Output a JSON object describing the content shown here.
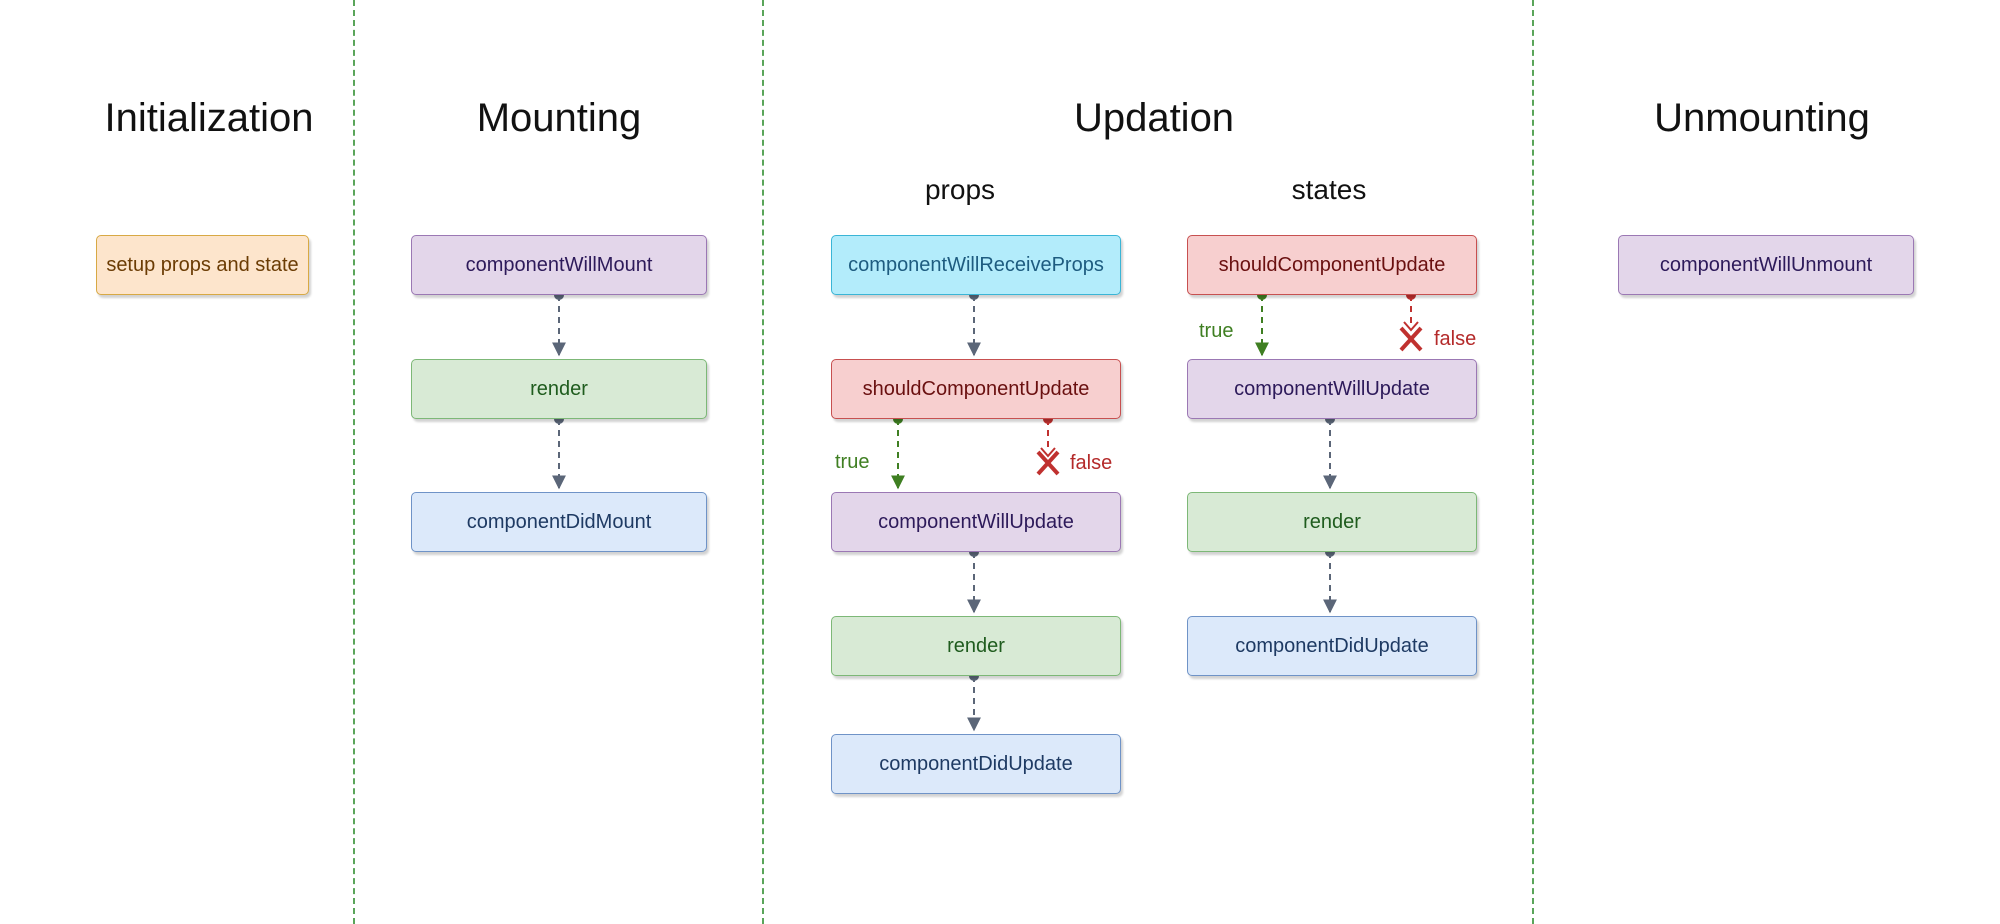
{
  "phases": {
    "initialization": "Initialization",
    "mounting": "Mounting",
    "updation": "Updation",
    "unmounting": "Unmounting"
  },
  "subheads": {
    "props": "props",
    "states": "states"
  },
  "initialization": {
    "setup": "setup props and state"
  },
  "mounting": {
    "will_mount": "componentWillMount",
    "render": "render",
    "did_mount": "componentDidMount"
  },
  "props_flow": {
    "will_receive_props": "componentWillReceiveProps",
    "should_update": "shouldComponentUpdate",
    "true_label": "true",
    "false_label": "false",
    "will_update": "componentWillUpdate",
    "render": "render",
    "did_update": "componentDidUpdate"
  },
  "states_flow": {
    "should_update": "shouldComponentUpdate",
    "true_label": "true",
    "false_label": "false",
    "will_update": "componentWillUpdate",
    "render": "render",
    "did_update": "componentDidUpdate"
  },
  "unmounting": {
    "will_unmount": "componentWillUnmount"
  },
  "colors": {
    "divider": "#5aa55a",
    "connector": "#5b6678",
    "true": "#3f7f22",
    "false": "#c0312f"
  }
}
